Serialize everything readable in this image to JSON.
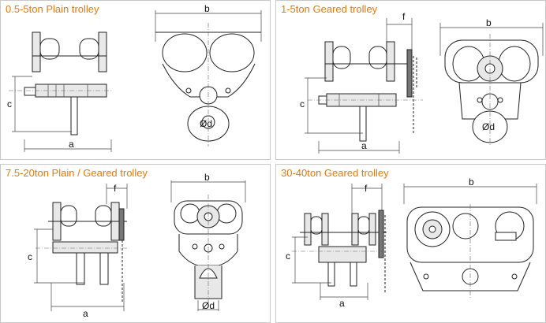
{
  "panels": [
    {
      "title": "0.5-5ton Plain trolley"
    },
    {
      "title": "1-5ton Geared trolley"
    },
    {
      "title": "7.5-20ton Plain / Geared trolley"
    },
    {
      "title": "30-40ton Geared trolley"
    }
  ],
  "labels": {
    "a": "a",
    "b": "b",
    "c": "c",
    "f": "f",
    "d": "Ød"
  },
  "colors": {
    "title": "#e07a10",
    "border": "#c9c9c9",
    "line": "#222222"
  }
}
